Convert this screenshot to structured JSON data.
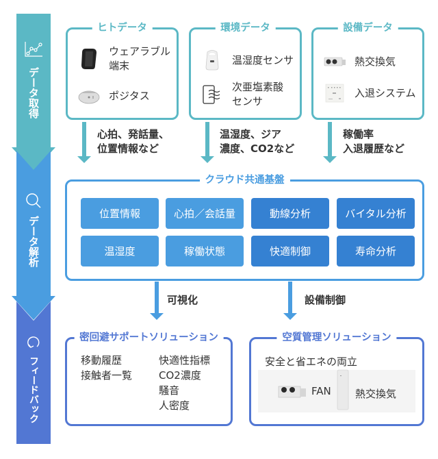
{
  "stages": [
    {
      "label": "データ取得",
      "icon": "line-chart-icon",
      "color": "#5bb8c5"
    },
    {
      "label": "データ解析",
      "icon": "search-icon",
      "color": "#4a9de0"
    },
    {
      "label": "フィードバック",
      "icon": "refresh-icon",
      "color": "#5277d3"
    }
  ],
  "sources": [
    {
      "title": "ヒトデータ",
      "devices": [
        {
          "name": "ウェアラブル\n端末",
          "line1": "ウェアラブル",
          "line2": "端末",
          "icon": "wearable-band-icon"
        },
        {
          "name": "ポジタス",
          "line1": "ポジタス",
          "icon": "ceiling-sensor-icon"
        }
      ],
      "output": [
        "心拍、発話量、",
        "位置情報など"
      ]
    },
    {
      "title": "環境データ",
      "devices": [
        {
          "line1": "温湿度センサ",
          "icon": "temperature-humidity-sensor-icon"
        },
        {
          "line1": "次亜塩素酸",
          "line2": "センサ",
          "icon": "hypochlorous-sensor-icon"
        }
      ],
      "output": [
        "温湿度、ジア",
        "濃度、CO2など"
      ]
    },
    {
      "title": "設備データ",
      "devices": [
        {
          "line1": "熱交換気",
          "icon": "heat-exchanger-icon"
        },
        {
          "line1": "入退システム",
          "icon": "access-control-panel-icon"
        }
      ],
      "output": [
        "稼働率",
        "入退履歴など"
      ]
    }
  ],
  "cloud": {
    "title": "クラウド共通基盤",
    "tiles": [
      {
        "label": "位置情報",
        "style": "light"
      },
      {
        "label": "心拍／会話量",
        "style": "light"
      },
      {
        "label": "動線分析",
        "style": "dark"
      },
      {
        "label": "バイタル分析",
        "style": "dark"
      },
      {
        "label": "温湿度",
        "style": "light"
      },
      {
        "label": "稼働状態",
        "style": "light"
      },
      {
        "label": "快適制御",
        "style": "dark"
      },
      {
        "label": "寿命分析",
        "style": "dark"
      }
    ]
  },
  "flows": [
    {
      "label": "可視化"
    },
    {
      "label": "設備制御"
    }
  ],
  "solutions": [
    {
      "title": "密回避サポートソリューション",
      "col1": [
        "移動履歴",
        "接触者一覧"
      ],
      "col2": [
        "快適性指標",
        "CO2濃度",
        "騒音",
        "人密度"
      ]
    },
    {
      "title": "空質管理ソリューション",
      "subtitle": "安全と省エネの両立",
      "products": [
        {
          "label": "FAN",
          "icon": "fan-unit-icon"
        },
        {
          "label": "熱交換気",
          "icon": "tower-ventilator-icon"
        }
      ]
    }
  ],
  "colors": {
    "teal": "#5bb8c5",
    "blue": "#4a9de0",
    "blue_dark": "#3581d2",
    "indigo": "#5277d3"
  }
}
